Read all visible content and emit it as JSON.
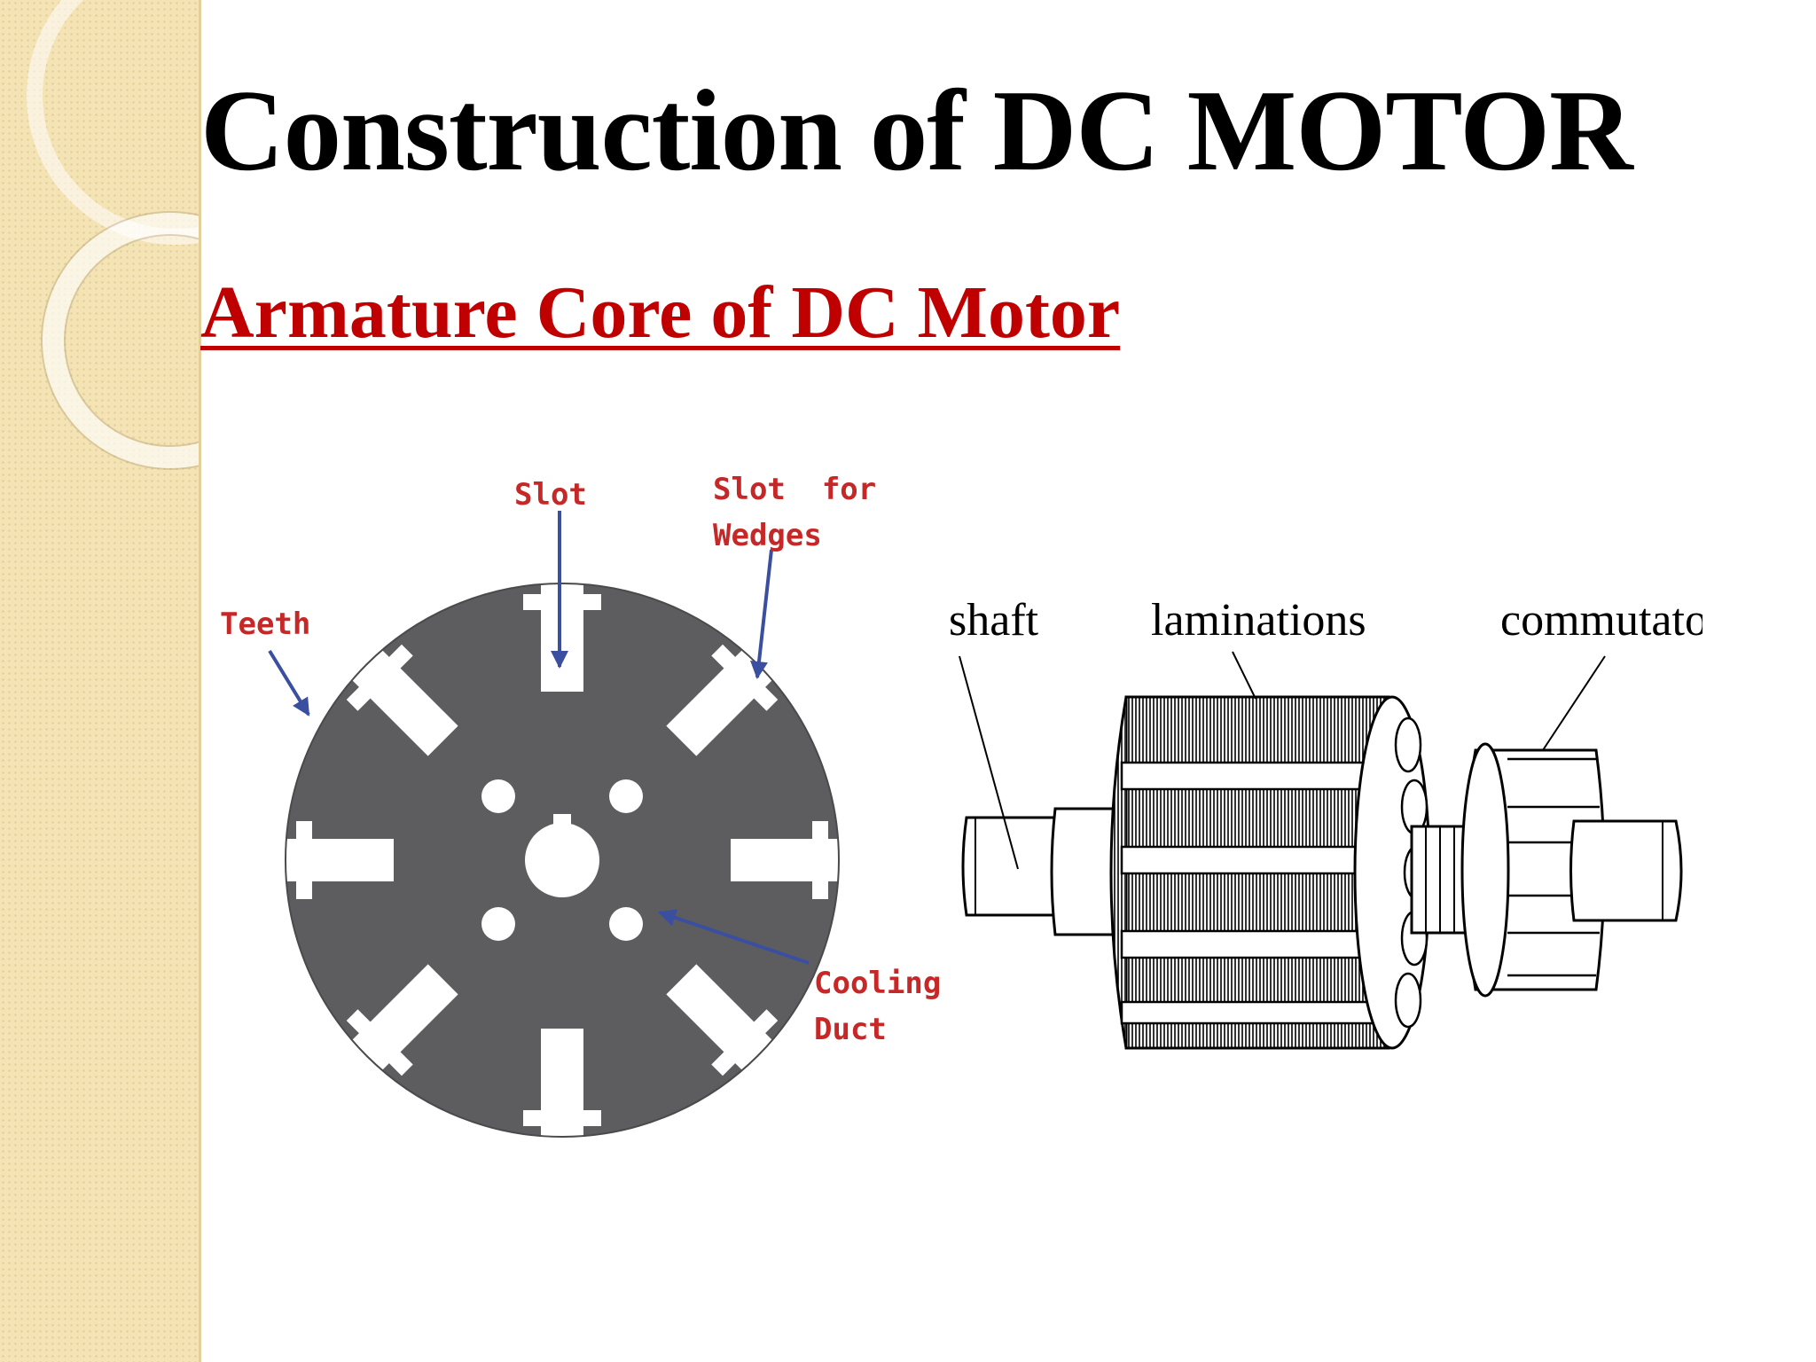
{
  "slide": {
    "title": "Construction of DC MOTOR",
    "subtitle": "Armature Core of DC Motor"
  },
  "core_diagram": {
    "labels": {
      "slot": "Slot",
      "slot_for_wedges_line1": "Slot  for",
      "slot_for_wedges_line2": "Wedges",
      "teeth": "Teeth",
      "cooling_line1": "Cooling",
      "cooling_line2": "Duct"
    },
    "colors": {
      "core": "#5d5d5f",
      "label": "#c62828",
      "arrow": "#3a4fa0"
    }
  },
  "armature_diagram": {
    "labels": {
      "shaft": "shaft",
      "laminations": "laminations",
      "commutator": "commutator"
    }
  },
  "theme": {
    "sidebar": "#f3e3b5",
    "title_color": "#000000",
    "subtitle_color": "#c00000"
  }
}
